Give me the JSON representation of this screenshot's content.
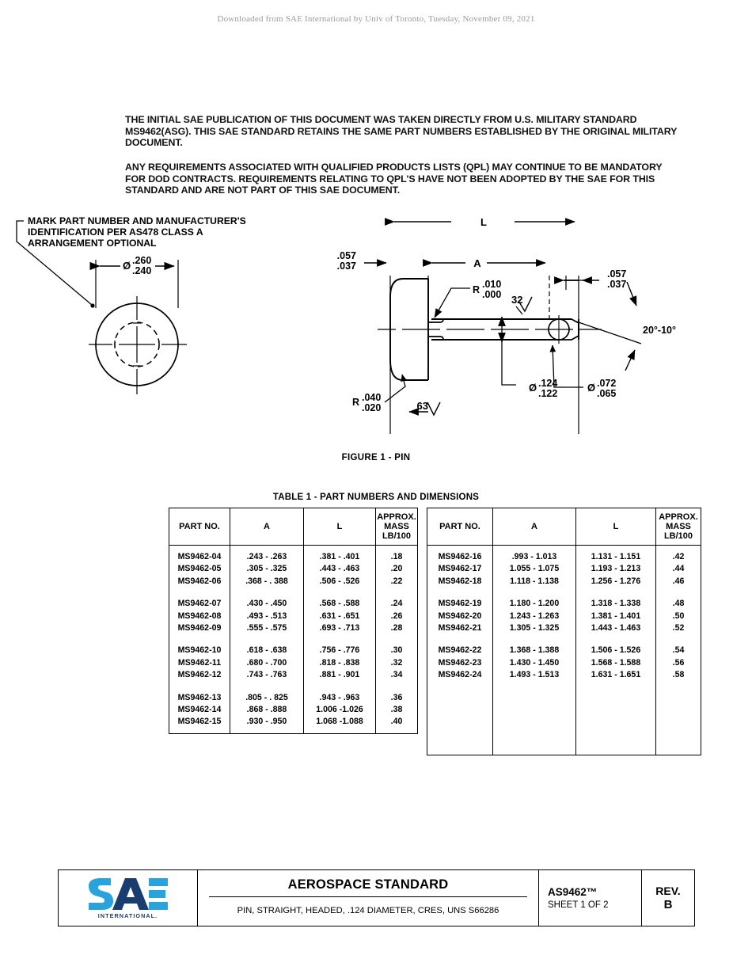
{
  "banner": {
    "text": "Downloaded from SAE International by Univ of Toronto, Tuesday, November 09, 2021"
  },
  "intro": {
    "paragraph_1": "THE INITIAL SAE PUBLICATION OF THIS DOCUMENT WAS TAKEN DIRECTLY FROM U.S. MILITARY STANDARD MS9462(ASG). THIS SAE STANDARD RETAINS THE SAME PART NUMBERS  ESTABLISHED BY THE ORIGINAL MILITARY DOCUMENT.",
    "paragraph_2": "ANY REQUIREMENTS ASSOCIATED WITH QUALIFIED PRODUCTS LISTS (QPL) MAY CONTINUE TO BE MANDATORY FOR DOD CONTRACTS. REQUIREMENTS RELATING TO QPL'S HAVE NOT BEEN  ADOPTED BY THE SAE FOR THIS STANDARD AND ARE NOT PART OF THIS SAE DOCUMENT."
  },
  "drawing": {
    "figure_caption": "FIGURE 1 - PIN",
    "note_marking_line1": "MARK PART NUMBER AND MANUFACTURER'S",
    "note_marking_line2": "IDENTIFICATION PER AS478 CLASS A",
    "note_marking_line3": "ARRANGEMENT OPTIONAL",
    "head_dia_upper": ".260",
    "head_dia_lower": ".240",
    "head_thk_upper": ".057",
    "head_thk_lower": ".037",
    "end_thk_upper": ".057",
    "end_thk_lower": ".037",
    "radius_label": "R",
    "radius_upper": ".010",
    "radius_lower": ".000",
    "head_radius_label": "R",
    "head_radius_upper": ".040",
    "head_radius_lower": ".020",
    "shank_dia_upper": ".124",
    "shank_dia_lower": ".122",
    "hole_dia_upper": ".072",
    "hole_dia_lower": ".065",
    "dim_L": "L",
    "dim_A": "A",
    "finish_32": "32",
    "finish_63": "63",
    "chamfer_angle": "20°-10°"
  },
  "table": {
    "title": "TABLE 1  -  PART NUMBERS AND DIMENSIONS",
    "headers": {
      "part_no": "PART NO.",
      "a": "A",
      "l": "L",
      "mass_line1": "APPROX.",
      "mass_line2": "MASS",
      "mass_line3": "LB/100"
    },
    "left_groups": [
      [
        {
          "part": "MS9462-04",
          "a": ".243 -  .263",
          "l": ".381 -  .401",
          "mass": ".18"
        },
        {
          "part": "MS9462-05",
          "a": ".305 -  .325",
          "l": ".443 -  .463",
          "mass": ".20"
        },
        {
          "part": "MS9462-06",
          "a": ".368 - . 388",
          "l": ".506 -  .526",
          "mass": ".22"
        }
      ],
      [
        {
          "part": "MS9462-07",
          "a": ".430 -  .450",
          "l": ".568 -  .588",
          "mass": ".24"
        },
        {
          "part": "MS9462-08",
          "a": ".493 -  .513",
          "l": ".631 -  .651",
          "mass": ".26"
        },
        {
          "part": "MS9462-09",
          "a": ".555 -  .575",
          "l": ".693 -  .713",
          "mass": ".28"
        }
      ],
      [
        {
          "part": "MS9462-10",
          "a": ".618 -  .638",
          "l": ".756 -  .776",
          "mass": ".30"
        },
        {
          "part": "MS9462-11",
          "a": ".680 -  .700",
          "l": ".818 -  .838",
          "mass": ".32"
        },
        {
          "part": "MS9462-12",
          "a": ".743 -  .763",
          "l": ".881 -  .901",
          "mass": ".34"
        }
      ],
      [
        {
          "part": "MS9462-13",
          "a": ".805 - . 825",
          "l": ".943 -  .963",
          "mass": ".36"
        },
        {
          "part": "MS9462-14",
          "a": ".868 -  .888",
          "l": "1.006 -1.026",
          "mass": ".38"
        },
        {
          "part": "MS9462-15",
          "a": ".930 -   .950",
          "l": "1.068 -1.088",
          "mass": ".40"
        }
      ]
    ],
    "right_groups": [
      [
        {
          "part": "MS9462-16",
          "a": ".993 - 1.013",
          "l": "1.131 - 1.151",
          "mass": ".42"
        },
        {
          "part": "MS9462-17",
          "a": "1.055 - 1.075",
          "l": "1.193 - 1.213",
          "mass": ".44"
        },
        {
          "part": "MS9462-18",
          "a": "1.118 - 1.138",
          "l": "1.256 - 1.276",
          "mass": ".46"
        }
      ],
      [
        {
          "part": "MS9462-19",
          "a": "1.180 - 1.200",
          "l": "1.318 - 1.338",
          "mass": ".48"
        },
        {
          "part": "MS9462-20",
          "a": "1.243 - 1.263",
          "l": "1.381 - 1.401",
          "mass": ".50"
        },
        {
          "part": "MS9462-21",
          "a": "1.305 - 1.325",
          "l": "1.443 - 1.463",
          "mass": ".52"
        }
      ],
      [
        {
          "part": "MS9462-22",
          "a": "1.368 - 1.388",
          "l": "1.506 - 1.526",
          "mass": ".54"
        },
        {
          "part": "MS9462-23",
          "a": "1.430 - 1.450",
          "l": "1.568 - 1.588",
          "mass": ".56"
        },
        {
          "part": "MS9462-24",
          "a": "1.493 - 1.513",
          "l": "1.631 - 1.651",
          "mass": ".58"
        }
      ]
    ],
    "right_empty_rows": 6
  },
  "footer": {
    "logo_text": "SAE",
    "logo_sub": "INTERNATIONAL.",
    "title_main": "AEROSPACE STANDARD",
    "title_sub": "PIN, STRAIGHT, HEADED, .124 DIAMETER, CRES, UNS S66286",
    "doc_id": "AS9462™",
    "sheet": "SHEET 1 OF 2",
    "rev_label": "REV.",
    "rev_value": "B"
  },
  "colors": {
    "logo_light_blue": "#29a3dc",
    "logo_dark_blue": "#1b3c6e",
    "banner_gray": "#9a9a9a",
    "ink": "#000000"
  }
}
